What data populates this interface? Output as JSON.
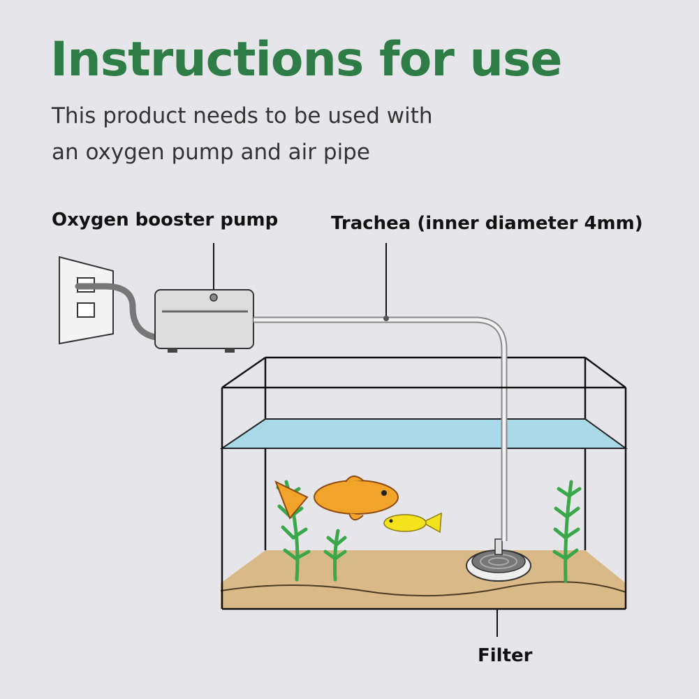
{
  "title": "Instructions for use",
  "subtitle_line1": "This product needs to be used with",
  "subtitle_line2": "an oxygen pump and air pipe",
  "labels": {
    "pump": "Oxygen booster pump",
    "trachea": "Trachea (inner diameter 4mm)",
    "filter": "Filter"
  },
  "colors": {
    "title": "#2e7d46",
    "water": "#a9d8e6",
    "sand": "#d9b987",
    "fish_orange": "#f2a32a",
    "fish_yellow": "#f4e21c",
    "plant": "#3aa84a"
  }
}
